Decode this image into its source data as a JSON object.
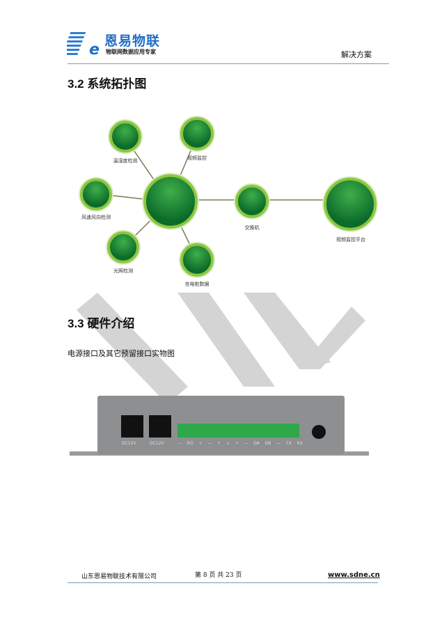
{
  "header": {
    "brand": "恩易物联",
    "slogan": "物联网数据应用专家",
    "section": "解决方案"
  },
  "section_32": {
    "title": "3.2 系统拓扑图",
    "nodes": {
      "temp": "温湿度检测",
      "video": "视频监控",
      "wind": "风速风向检测",
      "light": "光照检测",
      "charge": "充电桩数据",
      "switch": "交换机",
      "platform": "视频监控平台"
    }
  },
  "section_33": {
    "title": "3.3 硬件介绍",
    "caption": "电源接口及其它预留接口实物图",
    "device": {
      "dc1": "DC12V",
      "dc2": "DC12V",
      "pins": [
        "—",
        "RO",
        "+",
        "—",
        "↑",
        "↓",
        "+",
        "—",
        "DA",
        "DB",
        "—",
        "TX",
        "RX"
      ]
    }
  },
  "footer": {
    "company": "山东恩易物联技术有限公司",
    "page": "第 8 页 共 23 页",
    "website": "www.sdne.cn"
  }
}
